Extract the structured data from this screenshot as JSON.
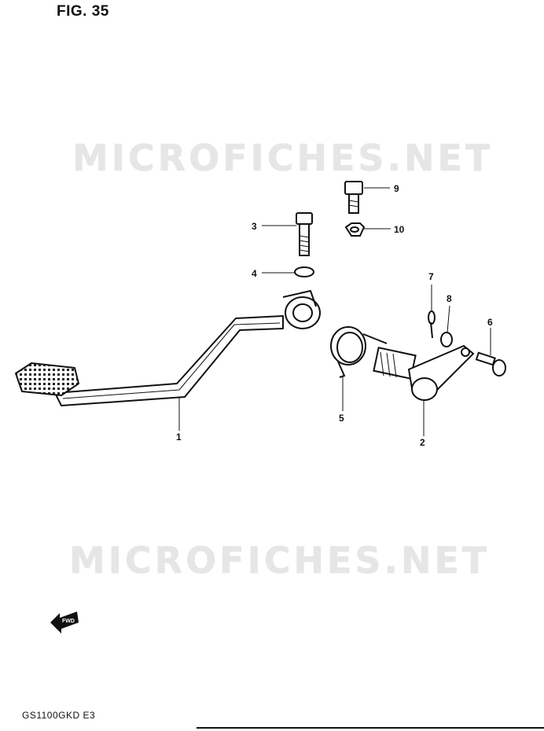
{
  "figure": {
    "title": "FIG. 35"
  },
  "watermark": {
    "text": "MICROFICHES.NET"
  },
  "footer": {
    "model": "GS1100GKD E3"
  },
  "fwd_badge": {
    "label": "FWD",
    "icon": "forward-arrow-icon"
  },
  "parts": [
    {
      "callout": "1",
      "part": "brake-pedal"
    },
    {
      "callout": "2",
      "part": "brake-lever-shaft"
    },
    {
      "callout": "3",
      "part": "pedal-bolt"
    },
    {
      "callout": "4",
      "part": "washer"
    },
    {
      "callout": "5",
      "part": "return-spring"
    },
    {
      "callout": "6",
      "part": "pin"
    },
    {
      "callout": "7",
      "part": "cotter-pin"
    },
    {
      "callout": "8",
      "part": "washer-small"
    },
    {
      "callout": "9",
      "part": "bolt"
    },
    {
      "callout": "10",
      "part": "nut"
    }
  ]
}
